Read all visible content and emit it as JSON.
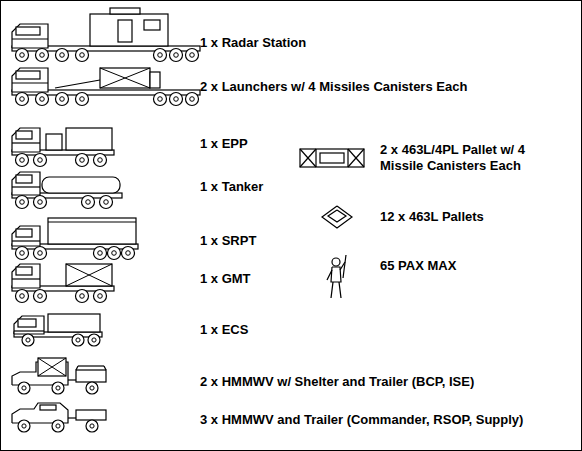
{
  "diagram": {
    "labels": [
      "1 x Radar Station",
      "2 x Launchers w/ 4 Missiles Canisters Each",
      "1 x EPP",
      "2 x 463L/4PL Pallet w/ 4 Missile Canisters Each",
      "1 x Tanker",
      "12 x 463L Pallets",
      "1 x SRPT",
      "65 PAX MAX",
      "1 x GMT",
      "1 x ECS",
      "2 x HMMWV w/ Shelter and Trailer (BCP, ISE)",
      "3 x HMMWV and Trailer (Commander, RSOP, Supply)"
    ]
  }
}
